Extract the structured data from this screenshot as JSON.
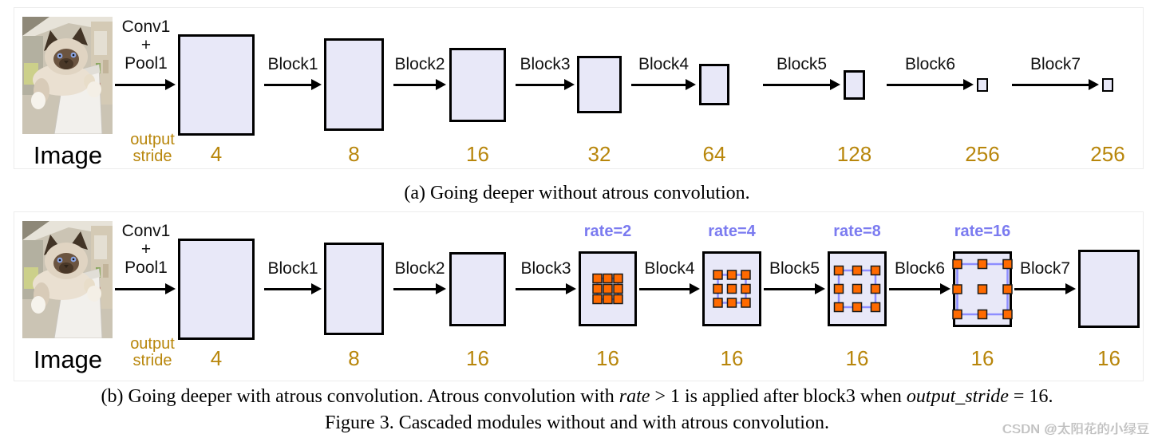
{
  "figure": {
    "caption_a": "(a) Going deeper without atrous convolution.",
    "caption_b_parts": [
      {
        "text": "(b) Going deeper with atrous convolution. Atrous convolution with ",
        "italic": false
      },
      {
        "text": "rate",
        "italic": true
      },
      {
        "text": " > 1 is applied after block3 when ",
        "italic": false
      },
      {
        "text": "output_stride",
        "italic": true
      },
      {
        "text": " = 16.",
        "italic": false
      }
    ],
    "caption_main": "Figure 3. Cascaded modules without and with atrous convolution.",
    "watermark": "CSDN @太阳花的小绿豆"
  },
  "colors": {
    "box_fill": "#e8e8f8",
    "box_border": "#000000",
    "arrow": "#000000",
    "stride_text": "#b8860b",
    "rate_text": "#7b7bf0",
    "dot_fill": "#ff6a00",
    "dot_border": "#1a1a1a",
    "grid_line": "#8d8dff"
  },
  "panels": [
    {
      "id": "a",
      "image_label": "Image",
      "conv_label": [
        "Conv1",
        "+",
        "Pool1"
      ],
      "output_stride_label": [
        "output",
        "stride"
      ],
      "block_labels": [
        "Block1",
        "Block2",
        "Block3",
        "Block4",
        "Block5",
        "Block6",
        "Block7"
      ],
      "strides": [
        "4",
        "8",
        "16",
        "32",
        "64",
        "128",
        "256",
        "256"
      ]
    },
    {
      "id": "b",
      "image_label": "Image",
      "conv_label": [
        "Conv1",
        "+",
        "Pool1"
      ],
      "output_stride_label": [
        "output",
        "stride"
      ],
      "block_labels": [
        "Block1",
        "Block2",
        "Block3",
        "Block4",
        "Block5",
        "Block6",
        "Block7"
      ],
      "rates": [
        "rate=2",
        "rate=4",
        "rate=8",
        "rate=16"
      ],
      "strides": [
        "4",
        "8",
        "16",
        "16",
        "16",
        "16",
        "16",
        "16"
      ]
    }
  ]
}
